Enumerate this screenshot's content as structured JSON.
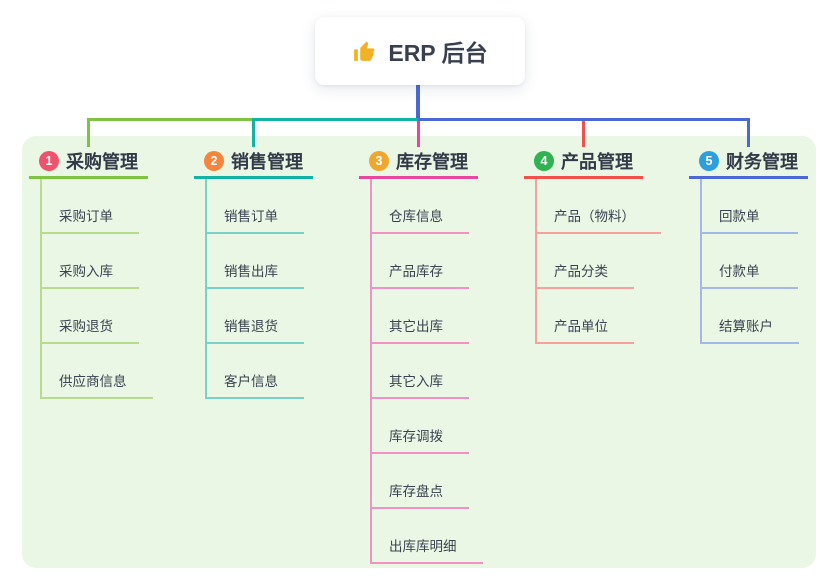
{
  "root": {
    "icon": "thumbs-up-icon",
    "label": "ERP 后台"
  },
  "branches": [
    {
      "number": "1",
      "label": "采购管理",
      "badge_color": "#f2516b",
      "line_color": "#7fc342",
      "child_line_color": "#b7dc8d",
      "children": [
        "采购订单",
        "采购入库",
        "采购退货",
        "供应商信息"
      ]
    },
    {
      "number": "2",
      "label": "销售管理",
      "badge_color": "#f5853c",
      "line_color": "#12b2a4",
      "child_line_color": "#79d2c8",
      "children": [
        "销售订单",
        "销售出库",
        "销售退货",
        "客户信息"
      ]
    },
    {
      "number": "3",
      "label": "库存管理",
      "badge_color": "#f0a72e",
      "line_color": "#e7489d",
      "child_line_color": "#f291c4",
      "children": [
        "仓库信息",
        "产品库存",
        "其它出库",
        "其它入库",
        "库存调拨",
        "库存盘点",
        "出库库明细"
      ]
    },
    {
      "number": "4",
      "label": "产品管理",
      "badge_color": "#2fb350",
      "line_color": "#f4504b",
      "child_line_color": "#f8a09c",
      "children": [
        "产品（物料）",
        "产品分类",
        "产品单位"
      ]
    },
    {
      "number": "5",
      "label": "财务管理",
      "badge_color": "#2d9fe0",
      "line_color": "#4b68d6",
      "child_line_color": "#a3b7e8",
      "children": [
        "回款单",
        "付款单",
        "结算账户"
      ]
    }
  ],
  "colors": {
    "root_stem": "#4b68d6",
    "panel_background": "#eaf7e5",
    "icon_color": "#f0b327"
  }
}
